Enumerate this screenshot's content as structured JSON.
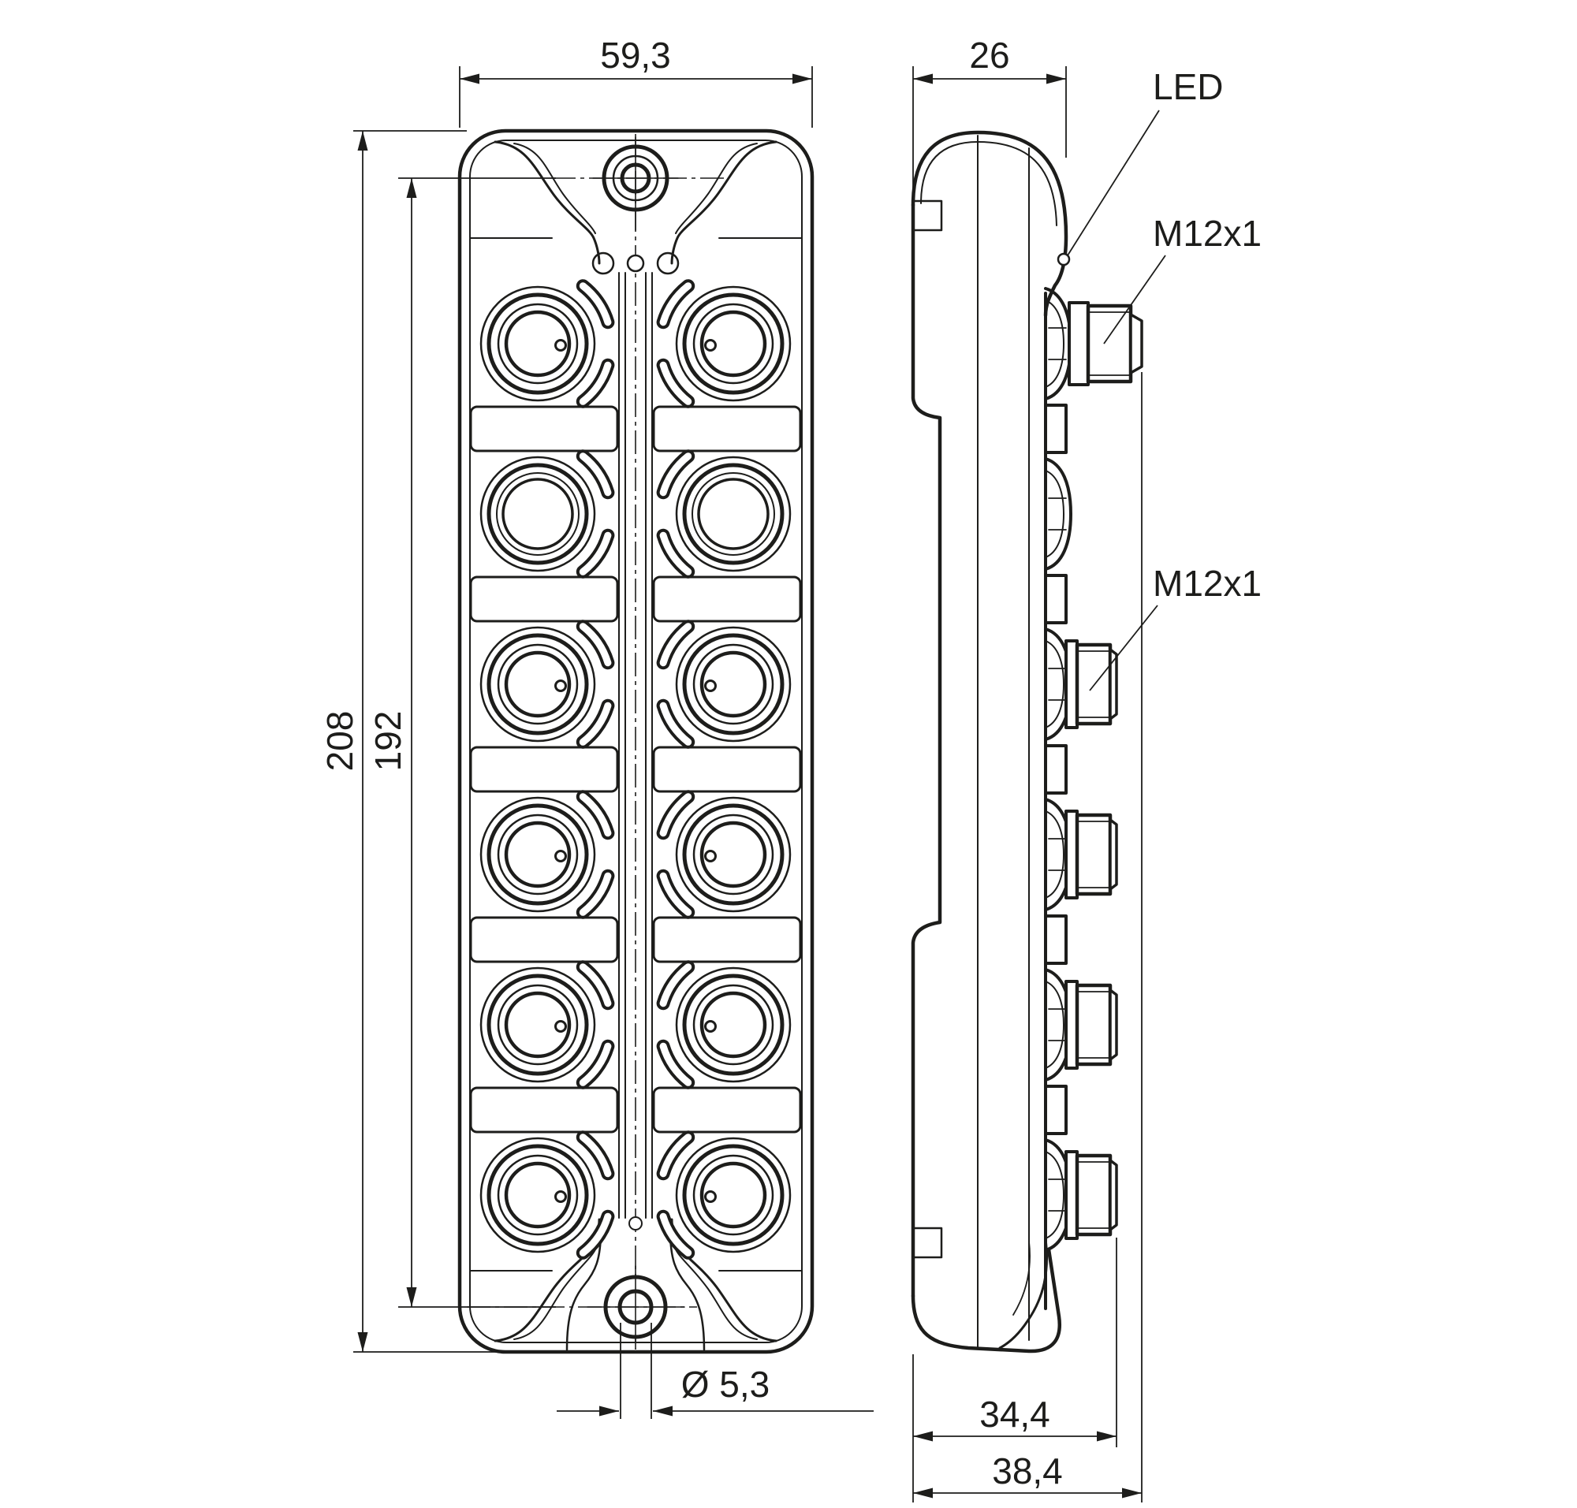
{
  "dimensions": {
    "front_width": "59,3",
    "side_depth": "26",
    "total_height": "208",
    "mounting_hole_spacing": "192",
    "mounting_hole_diameter": "Ø 5,3",
    "depth_to_connector_tip": "34,4",
    "total_depth": "38,4"
  },
  "labels": {
    "led": "LED",
    "m12_connector_top": "M12x1",
    "m12_connector_side": "M12x1"
  },
  "colors": {
    "line": "#1d1d1b",
    "background": "#ffffff"
  }
}
